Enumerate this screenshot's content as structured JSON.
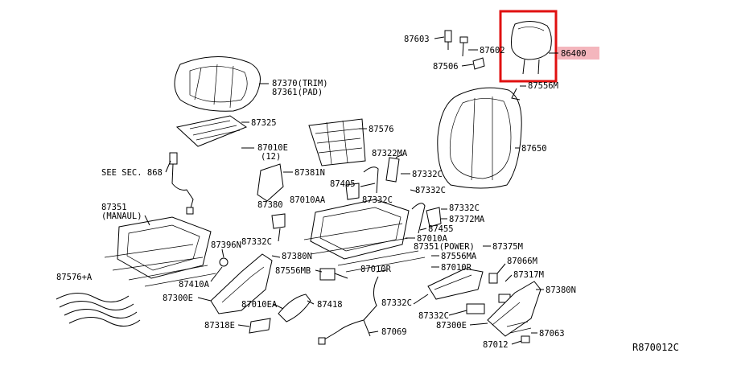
{
  "diagram": {
    "drawing_ref": "R870012C",
    "highlight": {
      "part_number": "86400",
      "frame_color": "#e01010",
      "tag_color": "#f4b6bd"
    },
    "labels": [
      {
        "id": "87603",
        "text": "87603"
      },
      {
        "id": "87602",
        "text": "87602"
      },
      {
        "id": "87506",
        "text": "87506"
      },
      {
        "id": "86400",
        "text": "86400"
      },
      {
        "id": "87556m-top",
        "text": "87556M"
      },
      {
        "id": "87370",
        "text": "87370(TRIM)"
      },
      {
        "id": "87361",
        "text": "87361(PAD)"
      },
      {
        "id": "87325",
        "text": "87325"
      },
      {
        "id": "87010e",
        "text": "87010E"
      },
      {
        "id": "qty12",
        "text": "(12)"
      },
      {
        "id": "87576",
        "text": "87576"
      },
      {
        "id": "87650",
        "text": "87650"
      },
      {
        "id": "87322ma",
        "text": "87322MA"
      },
      {
        "id": "see-sec",
        "text": "SEE SEC. 868"
      },
      {
        "id": "87381n",
        "text": "87381N"
      },
      {
        "id": "87332c-a",
        "text": "87332C"
      },
      {
        "id": "87405",
        "text": "87405"
      },
      {
        "id": "87332c-b",
        "text": "87332C"
      },
      {
        "id": "87332c-c",
        "text": "87332C"
      },
      {
        "id": "87010aa",
        "text": "87010AA"
      },
      {
        "id": "87332c-d",
        "text": "87332C"
      },
      {
        "id": "87372ma",
        "text": "87372MA"
      },
      {
        "id": "87351-manual",
        "text": "87351"
      },
      {
        "id": "manual",
        "text": "(MANAUL)"
      },
      {
        "id": "87380",
        "text": "87380"
      },
      {
        "id": "87455",
        "text": "87455"
      },
      {
        "id": "87010a",
        "text": "87010A"
      },
      {
        "id": "87332c-e",
        "text": "87332C"
      },
      {
        "id": "87351-power",
        "text": "87351(POWER)"
      },
      {
        "id": "87375m",
        "text": "87375M"
      },
      {
        "id": "87396n",
        "text": "87396N"
      },
      {
        "id": "87380n-a",
        "text": "87380N"
      },
      {
        "id": "87556ma",
        "text": "87556MA"
      },
      {
        "id": "87010r-a",
        "text": "87010R"
      },
      {
        "id": "87066m",
        "text": "87066M"
      },
      {
        "id": "87556mb",
        "text": "87556MB"
      },
      {
        "id": "87010r-b",
        "text": "87010R"
      },
      {
        "id": "87576a",
        "text": "87576+A"
      },
      {
        "id": "87410a",
        "text": "87410A"
      },
      {
        "id": "87317m",
        "text": "87317M"
      },
      {
        "id": "87380n-b",
        "text": "87380N"
      },
      {
        "id": "87300e-a",
        "text": "87300E"
      },
      {
        "id": "87332c-f",
        "text": "87332C"
      },
      {
        "id": "87010ea",
        "text": "87010EA"
      },
      {
        "id": "87418",
        "text": "87418"
      },
      {
        "id": "87332c-g",
        "text": "87332C"
      },
      {
        "id": "87300e-b",
        "text": "87300E"
      },
      {
        "id": "87318e",
        "text": "87318E"
      },
      {
        "id": "87069",
        "text": "87069"
      },
      {
        "id": "87063",
        "text": "87063"
      },
      {
        "id": "87012",
        "text": "87012"
      }
    ]
  }
}
